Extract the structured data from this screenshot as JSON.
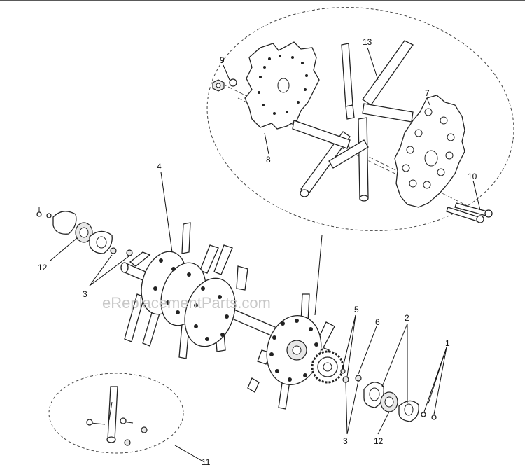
{
  "watermark": "eReplacementParts.com",
  "callouts": {
    "c1": "1",
    "c2": "2",
    "c3a": "3",
    "c3b": "3",
    "c4": "4",
    "c5": "5",
    "c6": "6",
    "c7": "7",
    "c8": "8",
    "c9": "9",
    "c10": "10",
    "c11": "11",
    "c12a": "12",
    "c12b": "12",
    "c13": "13"
  }
}
